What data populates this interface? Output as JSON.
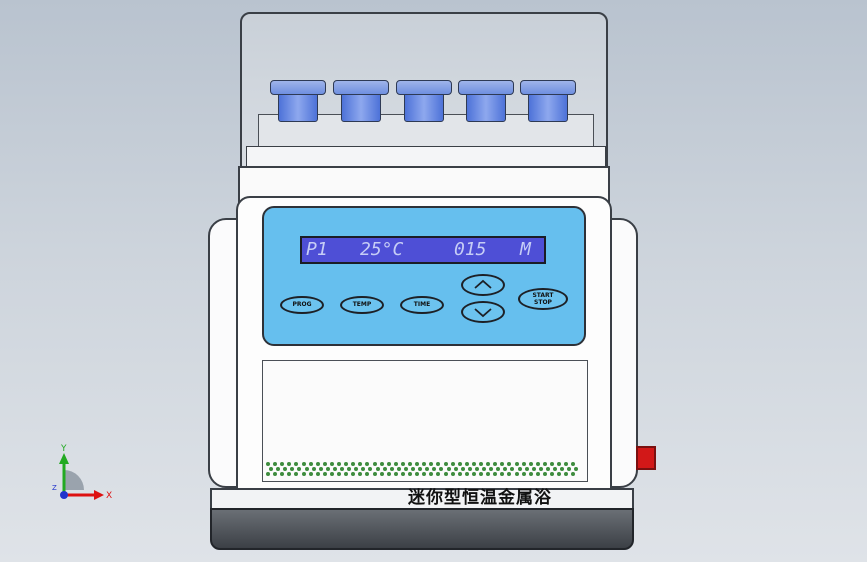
{
  "display": {
    "program": "P1",
    "temperature": "25°C",
    "time": "015",
    "unit": "M"
  },
  "buttons": {
    "prog": "PROG",
    "temp": "TEMP",
    "time": "TIME",
    "start_stop_1": "START",
    "start_stop_2": "STOP"
  },
  "device_label": "迷你型恒温金属浴",
  "axes": {
    "y": "Y",
    "x": "X",
    "z": "Z"
  },
  "colors": {
    "panel": "#66bfee",
    "lcd": "#4e4fd6",
    "tube": "#5f83e0",
    "power": "#d21818"
  }
}
